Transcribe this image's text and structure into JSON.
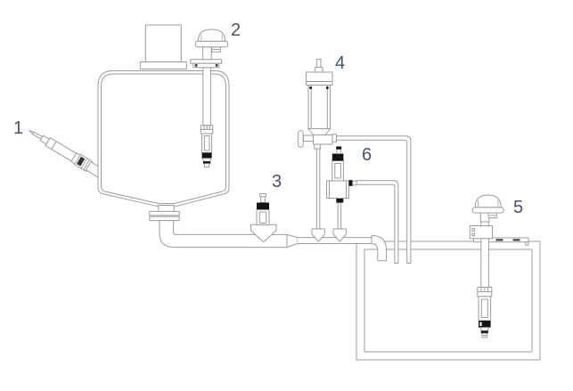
{
  "diagram": {
    "background_color": "#ffffff",
    "line_color": "#9c9c9c",
    "dark_accent_color": "#141414",
    "label_color": "#44546a",
    "labels": [
      {
        "text": "1"
      },
      {
        "text": "2"
      },
      {
        "text": "3"
      },
      {
        "text": "4"
      },
      {
        "text": "5"
      },
      {
        "text": "6"
      }
    ]
  }
}
